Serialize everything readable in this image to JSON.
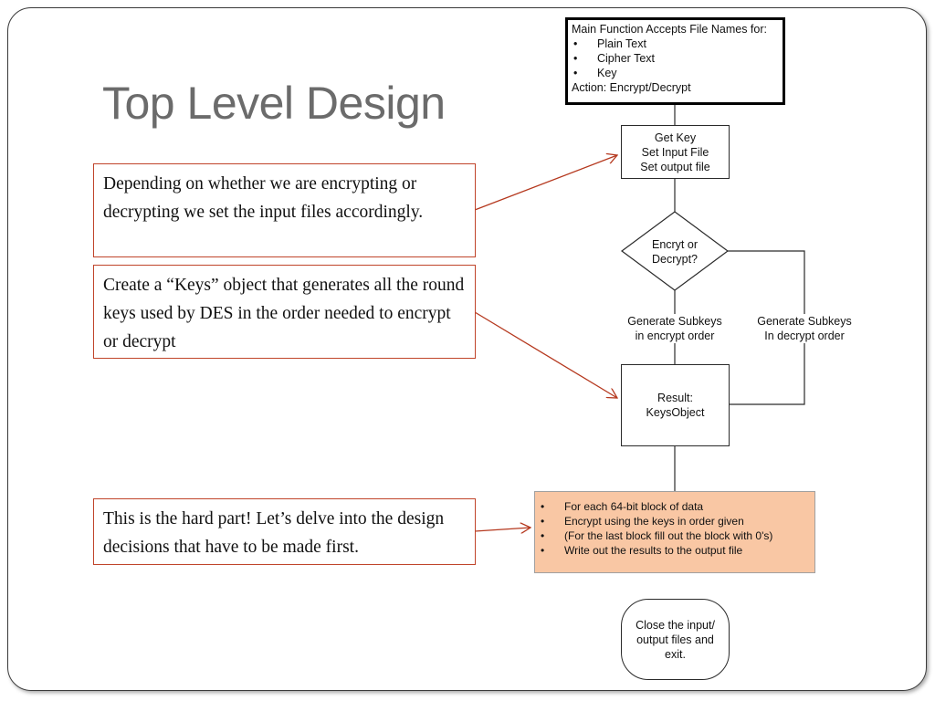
{
  "slide": {
    "title": "Top Level Design"
  },
  "notes": [
    {
      "text": "Depending on whether we are encrypting or decrypting we set the input files accordingly."
    },
    {
      "text": "Create a “Keys” object that generates all the round keys used by DES in the order needed to encrypt or decrypt"
    },
    {
      "text": "This is the hard part! Let’s delve into the design decisions that have to be made first."
    }
  ],
  "flowchart": {
    "main": {
      "heading": "Main Function Accepts File Names for:",
      "items": [
        "Plain Text",
        "Cipher Text",
        "Key"
      ],
      "footer": "Action: Encrypt/Decrypt"
    },
    "setup": {
      "lines": [
        "Get Key",
        "Set Input File",
        "Set output file"
      ]
    },
    "decision": {
      "lines": [
        "Encryt or",
        "Decrypt?"
      ]
    },
    "branch_encrypt": {
      "lines": [
        "Generate Subkeys",
        "in encrypt order"
      ]
    },
    "branch_decrypt": {
      "lines": [
        "Generate Subkeys",
        "In decrypt order"
      ]
    },
    "result": {
      "lines": [
        "Result:",
        "KeysObject"
      ]
    },
    "process": {
      "items": [
        "For each 64-bit block of data",
        "Encrypt using the keys in order given",
        "(For the last block fill out the block with 0's)",
        "Write out the results to the output file"
      ]
    },
    "close": {
      "lines": [
        "Close the input/",
        "output files and",
        "exit."
      ]
    }
  },
  "colors": {
    "title": "#6b6b6b",
    "note_border": "#c0442a",
    "arrow": "#b5381e",
    "process_fill": "#f9c7a4"
  }
}
